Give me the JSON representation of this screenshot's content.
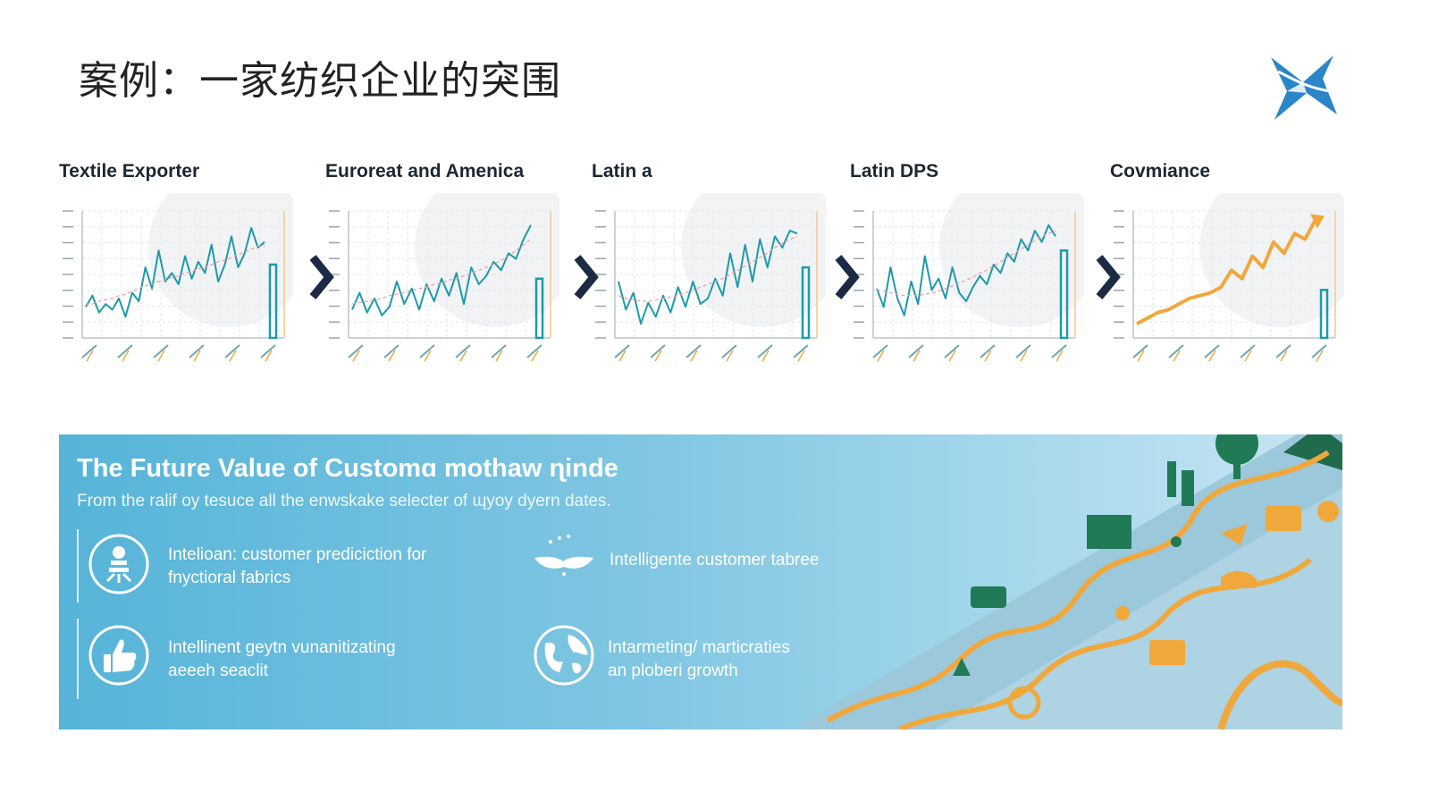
{
  "page": {
    "title": "案例：一家纺织企业的突围"
  },
  "colors": {
    "teal": "#1e9aa8",
    "orange": "#f0a83c",
    "navy": "#1d2a44",
    "banner_blue": "#56b4d8",
    "logo_blue": "#2a86c8",
    "forest_green": "#1f7a55"
  },
  "icons": {
    "logo": "x-wing-logo-icon",
    "chevron": "chevron-right-icon",
    "feature_1": "customer-person-icon",
    "feature_2": "wings-icon",
    "feature_3": "thumbs-up-icon",
    "feature_4": "globe-icon"
  },
  "panels": [
    {
      "title": "Textile Exporter"
    },
    {
      "title": "Euroreat and Amenica"
    },
    {
      "title": "Latin a"
    },
    {
      "title": "Latin DPS"
    },
    {
      "title": "Covmiance"
    }
  ],
  "chart_data": [
    {
      "type": "line",
      "title": "Textile Exporter",
      "series": [
        {
          "values": [
            42,
            50,
            38,
            44,
            40,
            48,
            35,
            52,
            46,
            70,
            55,
            82,
            60,
            66,
            58,
            78,
            62,
            74,
            66,
            86,
            60,
            72,
            92,
            70,
            80,
            98,
            84,
            88
          ]
        },
        {
          "values": [
            44,
            44,
            46,
            47,
            48,
            50,
            51,
            53,
            55,
            57,
            58,
            60,
            61,
            63,
            64,
            66,
            67,
            69,
            70,
            72,
            74,
            75,
            77,
            79,
            81,
            83,
            85,
            86
          ]
        }
      ],
      "bars": [
        72
      ]
    },
    {
      "type": "line",
      "title": "Euroreat and Amenica",
      "series": [
        {
          "values": [
            40,
            52,
            38,
            48,
            36,
            42,
            60,
            44,
            55,
            40,
            58,
            46,
            62,
            50,
            66,
            44,
            70,
            58,
            64,
            74,
            68,
            80,
            76,
            90,
            100
          ]
        },
        {
          "values": [
            44,
            45,
            46,
            47,
            48,
            50,
            51,
            52,
            54,
            55,
            56,
            58,
            59,
            61,
            62,
            64,
            66,
            68,
            70,
            72,
            75,
            78,
            82,
            86,
            90
          ]
        }
      ],
      "bars": [
        62
      ]
    },
    {
      "type": "line",
      "title": "Latin a",
      "series": [
        {
          "values": [
            60,
            40,
            52,
            30,
            45,
            35,
            50,
            38,
            56,
            42,
            60,
            44,
            48,
            62,
            50,
            80,
            56,
            86,
            60,
            90,
            70,
            92,
            84,
            96,
            94
          ]
        },
        {
          "values": [
            50,
            48,
            47,
            46,
            46,
            47,
            48,
            49,
            50,
            52,
            54,
            56,
            58,
            60,
            62,
            65,
            68,
            71,
            74,
            77,
            80,
            84,
            87,
            90,
            92
          ]
        }
      ],
      "bars": [
        70
      ]
    },
    {
      "type": "line",
      "title": "Latin DPS",
      "series": [
        {
          "values": [
            55,
            42,
            70,
            48,
            36,
            60,
            44,
            78,
            54,
            62,
            48,
            70,
            52,
            46,
            56,
            64,
            58,
            72,
            66,
            80,
            74,
            90,
            82,
            96,
            88,
            100,
            92
          ]
        },
        {
          "values": [
            54,
            53,
            52,
            51,
            50,
            50,
            50,
            51,
            52,
            53,
            55,
            57,
            59,
            61,
            63,
            66,
            68,
            71,
            74,
            77,
            80,
            83,
            86,
            89,
            92,
            94,
            96
          ]
        }
      ],
      "bars": [
        82
      ]
    },
    {
      "type": "line",
      "title": "Covmiance",
      "series": [
        {
          "values": [
            30,
            34,
            38,
            40,
            44,
            48,
            50,
            52,
            56,
            68,
            62,
            78,
            70,
            88,
            80,
            94,
            90,
            104
          ]
        }
      ],
      "bars": [
        54
      ]
    }
  ],
  "banner": {
    "title": "The Future Value of Customɑ mothaw ɳinde",
    "subtitle": "From the ralif oy tesuce all the enwskake selecter of ɰyoy dyern dates.",
    "features": [
      {
        "line1": "Intelioan: customer prediciction for",
        "line2": "fnyctioral fabrics"
      },
      {
        "line1": "Intelligente customer tabree",
        "line2": ""
      },
      {
        "line1": "Intellinent geytn vunanitizating",
        "line2": "aeeeh seaclit"
      },
      {
        "line1": "Intarmeting/ marticraties",
        "line2": "an ploberi growth"
      }
    ]
  }
}
